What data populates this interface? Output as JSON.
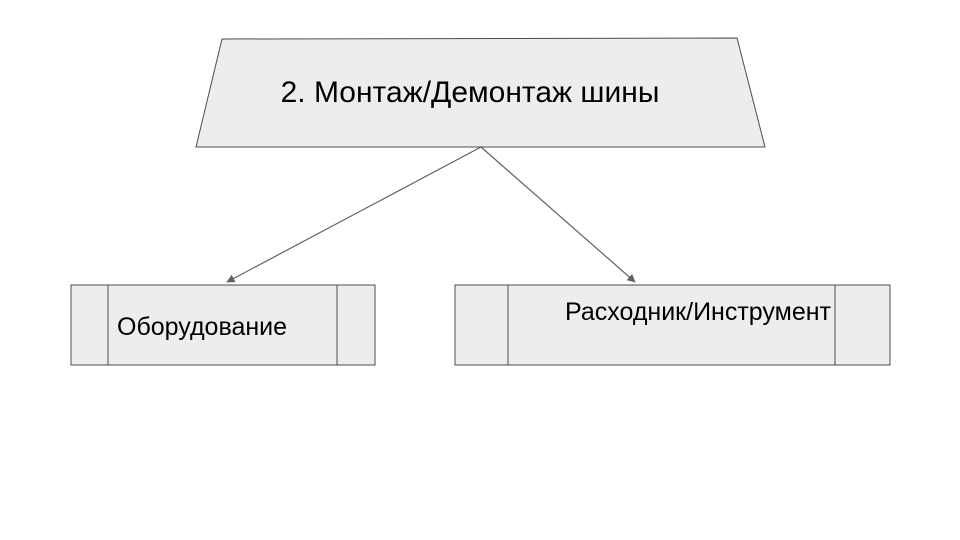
{
  "diagram": {
    "root": {
      "label": "2. Монтаж/Демонтаж шины",
      "shape": "trapezoid"
    },
    "children": [
      {
        "label": "Оборудование",
        "shape": "predefined-process"
      },
      {
        "label": "Расходник/Инструмент",
        "shape": "predefined-process"
      }
    ],
    "colors": {
      "background": "#ffffff",
      "shape_fill": "#ededed",
      "shape_border": "#4d4d4d",
      "connector": "#616161",
      "text": "#000000"
    }
  }
}
